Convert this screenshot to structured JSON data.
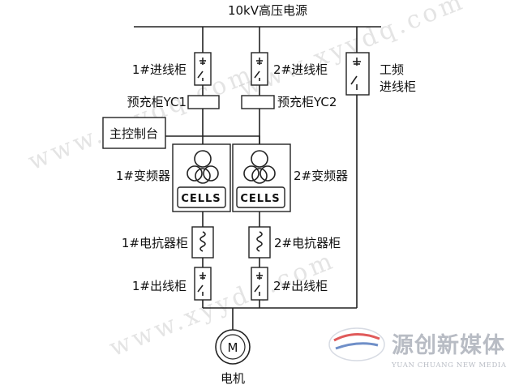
{
  "title": "10kV高压电源",
  "labels": {
    "incoming1": "1#进线柜",
    "incoming2": "2#进线柜",
    "bypass_line1": "工频",
    "bypass_line2": "进线柜",
    "precharge1": "预充柜YC1",
    "precharge2": "预充柜YC2",
    "master_console": "主控制台",
    "vfd1": "1#变频器",
    "vfd2": "2#变频器",
    "cells": "CELLS",
    "reactor1": "1#电抗器柜",
    "reactor2": "2#电抗器柜",
    "outgoing1": "1#出线柜",
    "outgoing2": "2#出线柜",
    "motor_symbol": "M",
    "motor": "电机"
  },
  "watermark": {
    "url": "www.xyydq.com",
    "logo_cn": "源创新媒体",
    "logo_en": "YUAN CHUANG NEW MEDIA"
  },
  "colors": {
    "line": "#222222",
    "watermark": "#cfcfcf",
    "logo_text": "#b8bcc4",
    "logo_red": "#e05a5a",
    "logo_blue": "#6f8fc8"
  }
}
